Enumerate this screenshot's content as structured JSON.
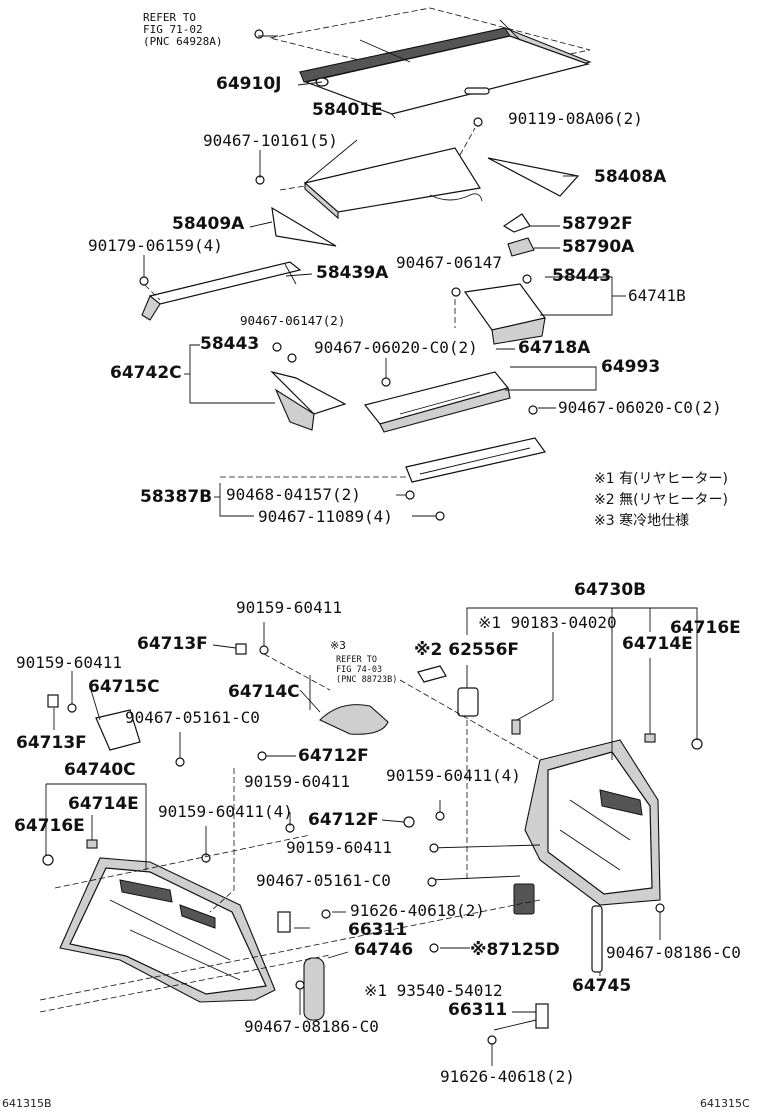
{
  "refer_fig71": "REFER TO\nFIG 71-02\n(PNC 64928A)",
  "refer_fig74": "REFER TO\nFIG 74-03\n(PNC 88723B)",
  "mark3": "※3",
  "notes": [
    "※1 有(リヤヒーター)",
    "※2 無(リヤヒーター)",
    "※3 寒冷地仕様"
  ],
  "labels": {
    "p64910J": "64910J",
    "p58401E": "58401E",
    "p90119": "90119-08A06(2)",
    "p90467_10161": "90467-10161(5)",
    "p58408A": "58408A",
    "p58409A": "58409A",
    "p58792F": "58792F",
    "p90179": "90179-06159(4)",
    "p58790A": "58790A",
    "p58439A": "58439A",
    "p90467_06147": "90467-06147",
    "p58443_r": "58443",
    "p64741B": "64741B",
    "p90467_06147_2": "90467-06147(2)",
    "p58443_l": "58443",
    "p90467_06020_a": "90467-06020-C0(2)",
    "p64718A": "64718A",
    "p64742C": "64742C",
    "p64993": "64993",
    "p90467_06020_b": "90467-06020-C0(2)",
    "p58387B": "58387B",
    "p90468": "90468-04157(2)",
    "p90467_11089": "90467-11089(4)",
    "p64730B": "64730B",
    "p90159_top": "90159-60411",
    "p90183": "※1 90183-04020",
    "p64716E_r": "64716E",
    "p64713F_top": "64713F",
    "p62556F": "※2 62556F",
    "p64714E_r": "64714E",
    "p90159_l": "90159-60411",
    "p64715C": "64715C",
    "p64714C": "64714C",
    "p64713F_l": "64713F",
    "p90467_05161_a": "90467-05161-C0",
    "p64740C": "64740C",
    "p64712F_a": "64712F",
    "p90159_m": "90159-60411",
    "p64714E_l": "64714E",
    "p90159_4r": "90159-60411(4)",
    "p90159_4l": "90159-60411(4)",
    "p64716E_l": "64716E",
    "p64712F_b": "64712F",
    "p90159_b": "90159-60411",
    "p90467_05161_b": "90467-05161-C0",
    "p91626_a": "91626-40618(2)",
    "p66311_a": "66311",
    "p64746": "64746",
    "p87125D": "※87125D",
    "p90467_08186_r": "90467-08186-C0",
    "p93540": "※1 93540-54012",
    "p64745": "64745",
    "p66311_b": "66311",
    "p90467_08186_l": "90467-08186-C0",
    "p91626_b": "91626-40618(2)"
  },
  "footer": {
    "left": "641315B",
    "right": "641315C"
  }
}
